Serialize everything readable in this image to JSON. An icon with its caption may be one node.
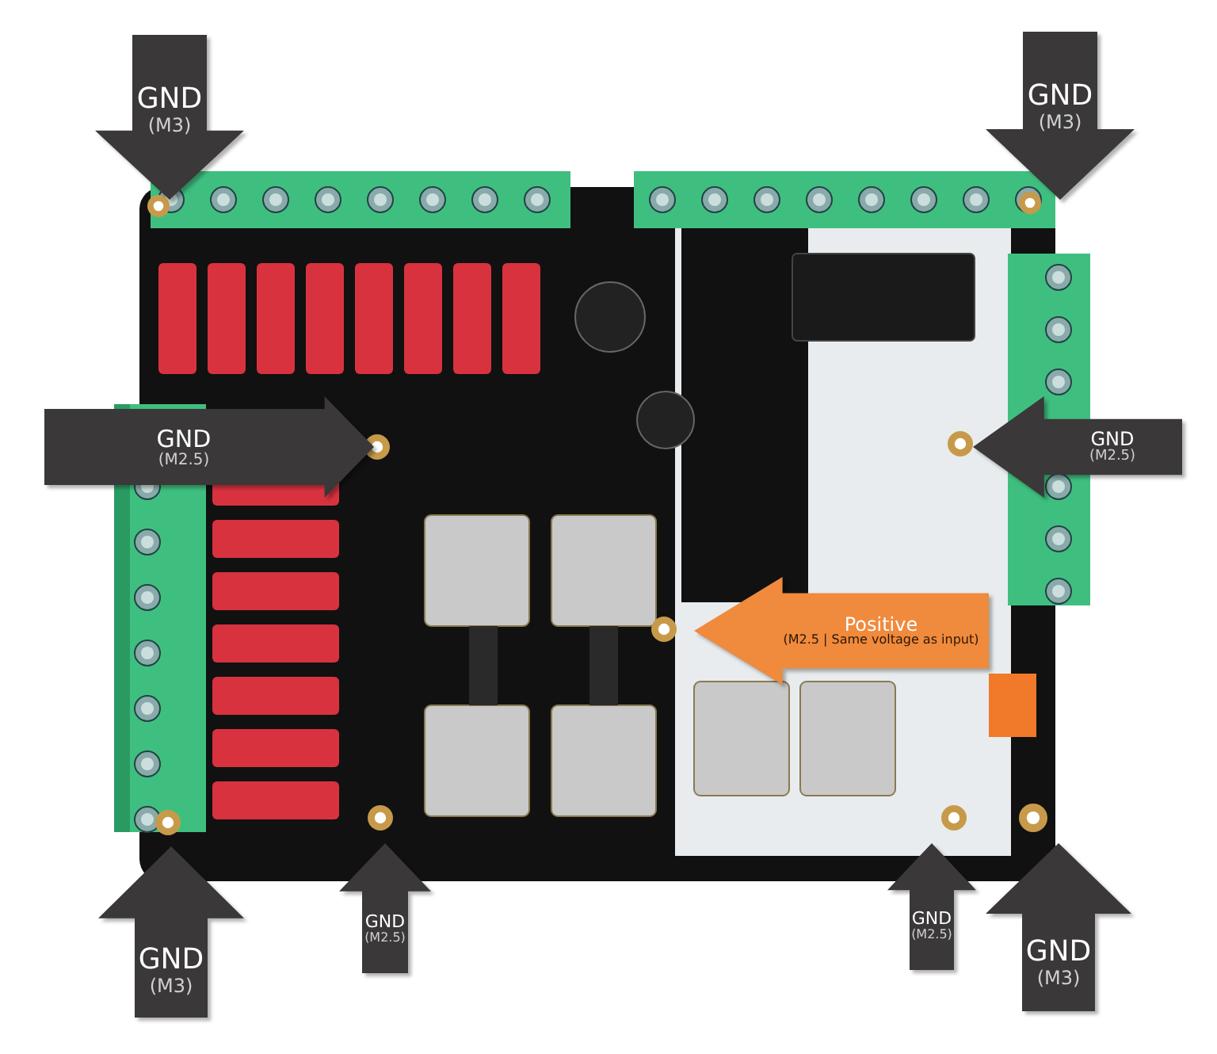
{
  "diagram": {
    "nodes": [
      {
        "text": [],
        "shape": "picture"
      },
      {
        "text": [
          "GND",
          "(M3)"
        ]
      },
      {
        "text": [
          "GND",
          "(M3)"
        ]
      },
      {
        "text": [
          "GND",
          "(M2.5)"
        ]
      },
      {
        "text": [
          "GND",
          "(M2.5)"
        ]
      },
      {
        "text": [
          "Positive",
          "(M2.5 | Same voltage as input)"
        ],
        "in": 0
      },
      {
        "text": [
          "GND",
          "(M3)"
        ]
      },
      {
        "text": [
          "GND",
          "(M2.5)"
        ]
      },
      {
        "text": [
          "GND",
          "(M2.5)"
        ]
      },
      {
        "text": [
          "GND",
          "(M3)"
        ]
      }
    ]
  }
}
